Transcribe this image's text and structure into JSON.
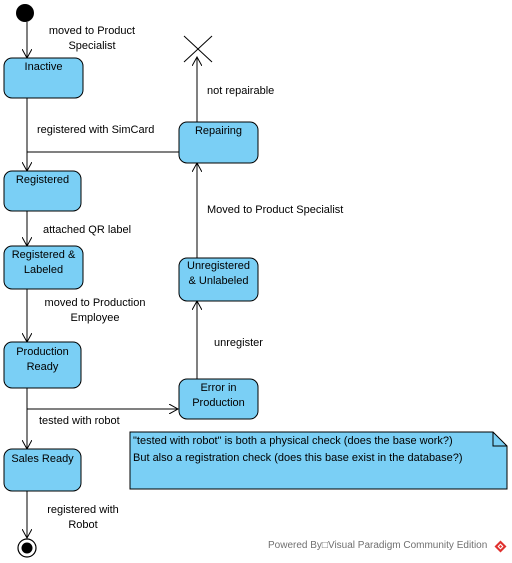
{
  "colors": {
    "state_fill": "#7acff5",
    "state_stroke": "#000000",
    "note_fill": "#7acff5",
    "footer_text": "#707070",
    "logo": "#e0302e"
  },
  "states": {
    "inactive": "Inactive",
    "registered": "Registered",
    "registered_labeled_1": "Registered &",
    "registered_labeled_2": "Labeled",
    "production_ready_1": "Production",
    "production_ready_2": "Ready",
    "sales_ready": "Sales Ready",
    "repairing": "Repairing",
    "unregistered_unlabeled_1": "Unregistered",
    "unregistered_unlabeled_2": "& Unlabeled",
    "error_in_production_1": "Error in",
    "error_in_production_2": "Production"
  },
  "transitions": {
    "moved_to_product_specialist_1": "moved to Product",
    "moved_to_product_specialist_2": "Specialist",
    "registered_with_simcard": "registered with SimCard",
    "attached_qr_label": "attached QR label",
    "moved_to_production_employee_1": "moved to Production",
    "moved_to_production_employee_2": "Employee",
    "tested_with_robot": "tested with robot",
    "registered_with_robot_1": "registered with",
    "registered_with_robot_2": "Robot",
    "not_repairable": "not repairable",
    "moved_to_product_specialist_cap": "Moved to Product Specialist",
    "unregister": "unregister"
  },
  "note": {
    "line1": "\"tested with robot\" is both a physical check (does the base work?)",
    "line2": "But also a registration check (does this base exist in the database?)"
  },
  "footer": {
    "text": "Powered By□Visual Paradigm Community Edition",
    "logo_icon": "visual-paradigm-logo-icon"
  }
}
